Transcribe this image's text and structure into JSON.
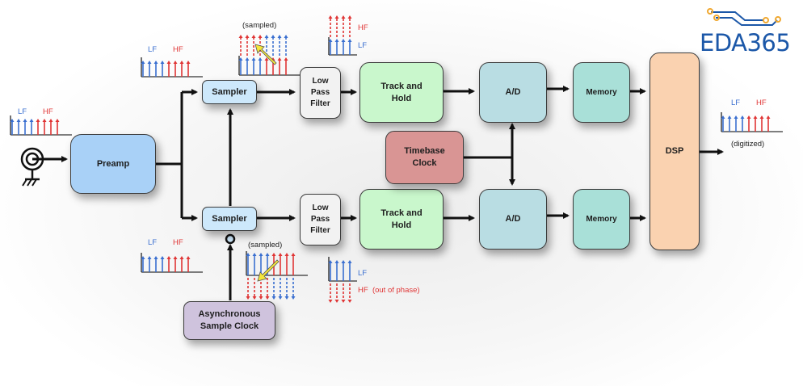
{
  "logo": {
    "text": "EDA365"
  },
  "blocks": {
    "preamp": "Preamp",
    "sampler_top": "Sampler",
    "sampler_bottom": "Sampler",
    "lpf_top": "Low\nPass\nFilter",
    "lpf_bottom": "Low\nPass\nFilter",
    "th_top": "Track and\nHold",
    "th_bottom": "Track and\nHold",
    "ad_top": "A/D",
    "ad_bottom": "A/D",
    "mem_top": "Memory",
    "mem_bottom": "Memory",
    "dsp": "DSP",
    "timebase": "Timebase\nClock",
    "async_clock": "Asynchronous\nSample Clock"
  },
  "spectra": {
    "lf": "LF",
    "hf": "HF",
    "hf_out_of_phase": "HF  (out of phase)",
    "sampled": "(sampled)",
    "digitized": "(digitized)"
  },
  "colors": {
    "lf": "#3a6fd0",
    "hf": "#e03535",
    "preamp": "#a9d1f7",
    "sampler": "#cde8fb",
    "lpf": "#f2f2f2",
    "track_hold": "#c9f7cc",
    "ad": "#b9dde3",
    "memory": "#a9e0d8",
    "dsp": "#fad2b0",
    "timebase": "#d99594",
    "async_clock": "#cfc3dd",
    "logo": "#1b57a8",
    "logo_accent": "#f0a830"
  }
}
